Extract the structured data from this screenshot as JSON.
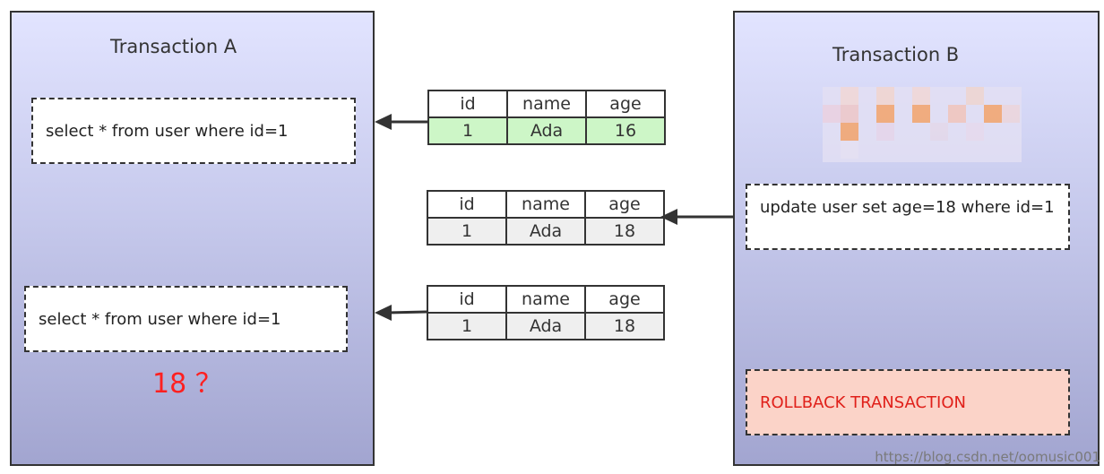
{
  "transaction_a": {
    "title": "Transaction A",
    "query1": "select * from user where id=1",
    "query2": "select * from user where id=1",
    "question": "18 ？"
  },
  "transaction_b": {
    "title": "Transaction B",
    "update": "update user set age=18 where id=1",
    "rollback": "ROLLBACK TRANSACTION"
  },
  "tables": [
    {
      "headers": [
        "id",
        "name",
        "age"
      ],
      "values": [
        "1",
        "Ada",
        "16"
      ]
    },
    {
      "headers": [
        "id",
        "name",
        "age"
      ],
      "values": [
        "1",
        "Ada",
        "18"
      ]
    },
    {
      "headers": [
        "id",
        "name",
        "age"
      ],
      "values": [
        "1",
        "Ada",
        "18"
      ]
    }
  ],
  "watermark": "https://blog.csdn.net/oomusic001",
  "colors": {
    "row_highlight": "#cdf6c7",
    "rollback_bg": "#fbd3c8",
    "rollback_text": "#e0201a",
    "question_text": "#ff2020"
  }
}
